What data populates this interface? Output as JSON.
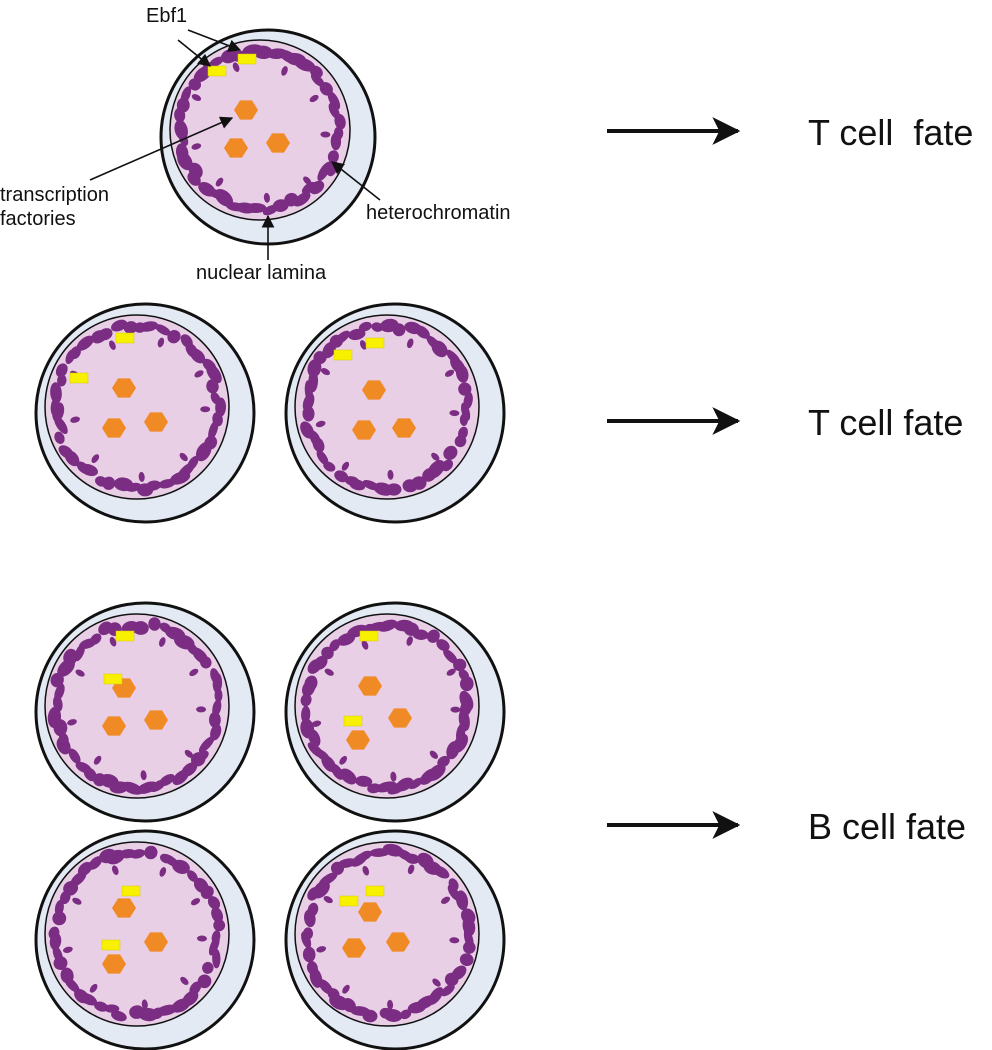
{
  "labels": {
    "ebf1": "Ebf1",
    "transcription_factories": [
      "transcription",
      "factories"
    ],
    "heterochromatin": "heterochromatin",
    "nuclear_lamina": "nuclear lamina"
  },
  "fates": [
    {
      "label": "T cell  fate"
    },
    {
      "label": "T cell fate"
    },
    {
      "label": "B cell fate"
    }
  ],
  "colors": {
    "cell_outer": "#e3eaf3",
    "nucleus": "#e9cfe6",
    "heterochromatin": "#7b2d83",
    "transcription_factory": "#f08a24",
    "ebf1_locus": "#f7f000",
    "outline": "#111111",
    "arrow": "#111111"
  },
  "icons": [
    "cell-icon",
    "nucleus-icon",
    "heterochromatin-icon",
    "transcription-factory-icon",
    "ebf1-locus-icon",
    "arrow-icon"
  ]
}
